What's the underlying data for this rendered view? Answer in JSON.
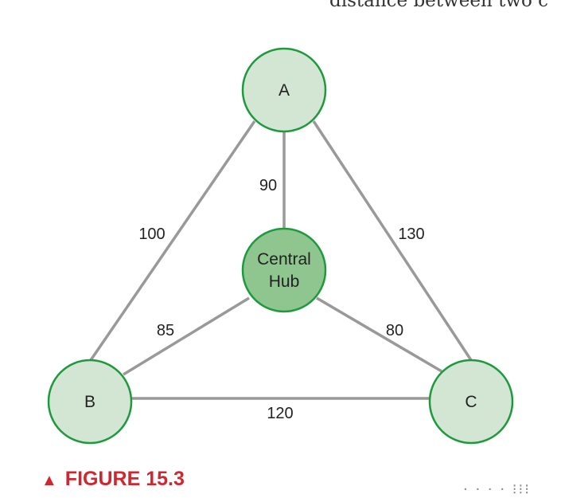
{
  "header_fragment": "distance between two c",
  "nodes": [
    {
      "id": "A",
      "label_lines": [
        "A"
      ],
      "fill": "#d3e6d3",
      "stroke": "#1e9a3e"
    },
    {
      "id": "hub",
      "label_lines": [
        "Central",
        "Hub"
      ],
      "fill": "#8fc58f",
      "stroke": "#1e9a3e"
    },
    {
      "id": "B",
      "label_lines": [
        "B"
      ],
      "fill": "#d3e6d3",
      "stroke": "#1e9a3e"
    },
    {
      "id": "C",
      "label_lines": [
        "C"
      ],
      "fill": "#d3e6d3",
      "stroke": "#1e9a3e"
    }
  ],
  "edges": [
    {
      "from": "A",
      "to": "hub",
      "weight": "90"
    },
    {
      "from": "A",
      "to": "B",
      "weight": "100"
    },
    {
      "from": "A",
      "to": "C",
      "weight": "130"
    },
    {
      "from": "hub",
      "to": "B",
      "weight": "85"
    },
    {
      "from": "hub",
      "to": "C",
      "weight": "80"
    },
    {
      "from": "B",
      "to": "C",
      "weight": "120"
    }
  ],
  "edge_color": "#999999",
  "caption": {
    "marker": "▲",
    "text": "FIGURE 15.3",
    "color": "#d0272f"
  },
  "footer_fragment": "· · · · ⁝⁝⁝"
}
